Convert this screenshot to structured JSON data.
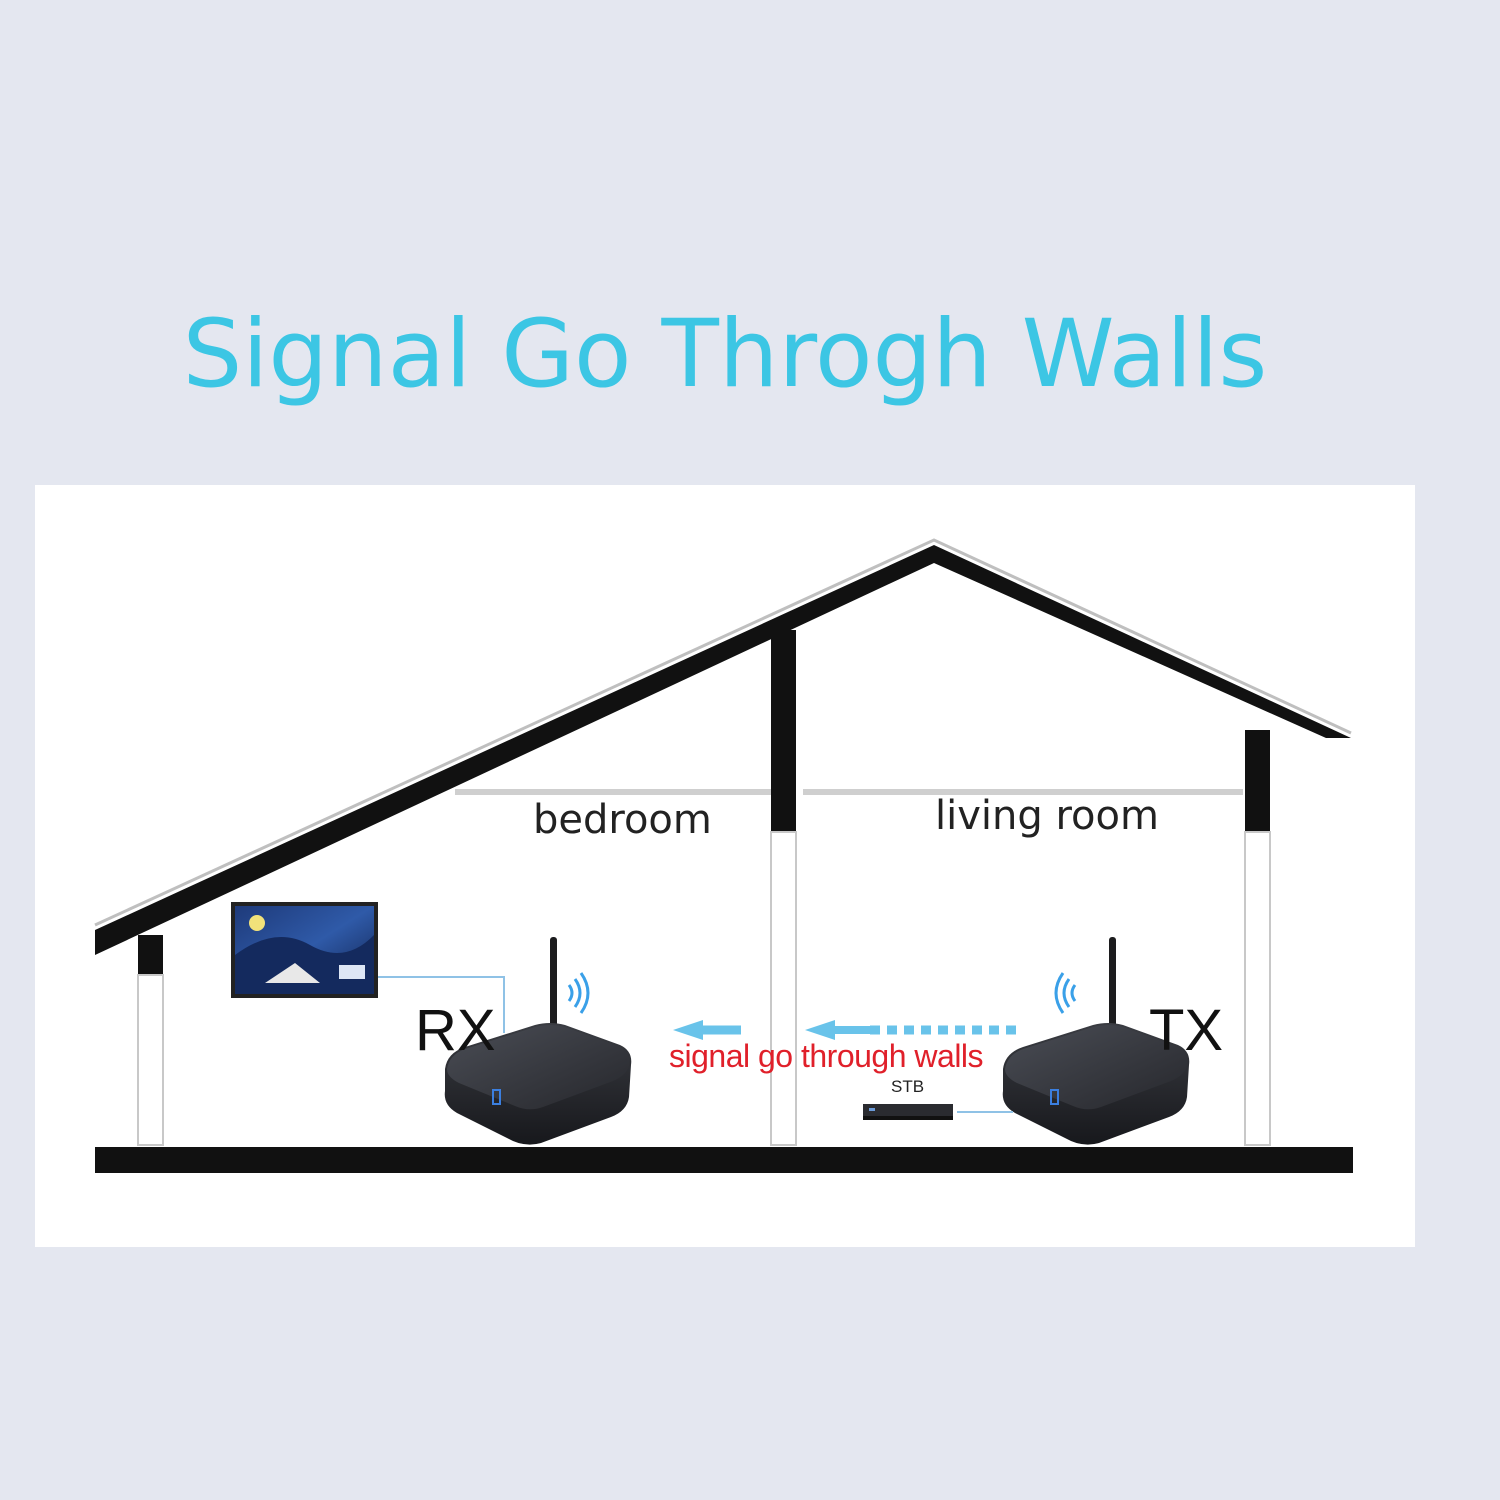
{
  "title": "Signal Go Throgh Walls",
  "rooms": {
    "bedroom": "bedroom",
    "living_room": "living room"
  },
  "devices": {
    "receiver": "RX",
    "transmitter": "TX",
    "set_top_box": "STB"
  },
  "signal_caption": "signal go through walls",
  "colors": {
    "title": "#3cc6e4",
    "signal_caption": "#e0202a",
    "signal_arrow": "#69c3ea",
    "house_outline": "#111111",
    "background": "#e4e7f0",
    "panel": "#ffffff"
  },
  "icons": {
    "tv": "television-icon",
    "receiver": "receiver-box-icon",
    "transmitter": "transmitter-box-icon",
    "stb": "set-top-box-icon",
    "wifi": "wireless-waves-icon"
  }
}
